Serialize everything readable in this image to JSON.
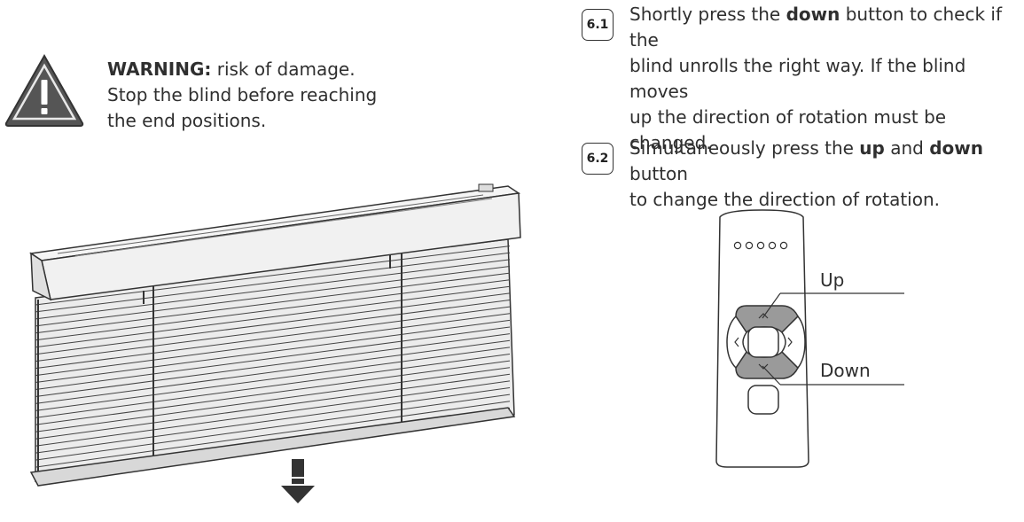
{
  "warning": {
    "title": "WARNING:",
    "line1_rest": " risk of damage.",
    "line2": "Stop the blind before reaching",
    "line3": "the end positions."
  },
  "steps": [
    {
      "badge": "6.1",
      "lines": [
        {
          "pre": "Shortly press the ",
          "bold": "down",
          "post": " button to check if the"
        },
        {
          "text": "blind unrolls the right way. If the blind moves"
        },
        {
          "text": "up the direction of rotation must be changed."
        }
      ]
    },
    {
      "badge": "6.2",
      "lines": [
        {
          "pre": "Simultaneously press the ",
          "bold1": "up",
          "mid": " and ",
          "bold2": "down",
          "post": " button"
        },
        {
          "text": "to change the direction of rotation."
        }
      ]
    }
  ],
  "remote": {
    "up_label": "Up",
    "down_label": "Down",
    "indicator_count": 5
  },
  "icons": {
    "warning": "warning-triangle-icon",
    "arrow": "down-arrow-icon",
    "left": "chevron-left-icon",
    "right": "chevron-right-icon"
  },
  "colors": {
    "warning_fill": "#555555",
    "button_gray": "#9a9a9a",
    "line": "#333333"
  }
}
